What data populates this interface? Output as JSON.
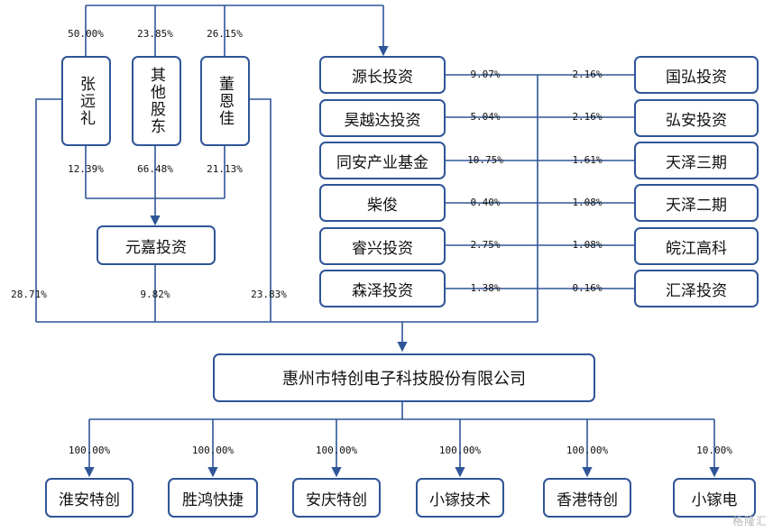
{
  "colors": {
    "line": "#2f5597",
    "box_border": "#2f5597",
    "text": "#111111"
  },
  "top_shareholders": [
    {
      "name": "张远礼",
      "stake_in_yuanchang": "50.00%",
      "stake_in_yuanjia": "12.39%",
      "stake_in_company": "28.71%"
    },
    {
      "name": "其他股东",
      "stake_in_yuanchang": "23.85%",
      "stake_in_yuanjia": "66.48%",
      "stake_in_company": "9.82%"
    },
    {
      "name": "董恩佳",
      "stake_in_yuanchang": "26.15%",
      "stake_in_yuanjia": "21.13%",
      "stake_in_company": "23.83%"
    }
  ],
  "yuanjia": {
    "name": "元嘉投资"
  },
  "left_investors": [
    {
      "name": "源长投资",
      "pct": "9.07%"
    },
    {
      "name": "昊越达投资",
      "pct": "5.04%"
    },
    {
      "name": "同安产业基金",
      "pct": "10.75%"
    },
    {
      "name": "柴俊",
      "pct": "0.40%"
    },
    {
      "name": "睿兴投资",
      "pct": "2.75%"
    },
    {
      "name": "森泽投资",
      "pct": "1.38%"
    }
  ],
  "right_investors": [
    {
      "name": "国弘投资",
      "pct": "2.16%"
    },
    {
      "name": "弘安投资",
      "pct": "2.16%"
    },
    {
      "name": "天泽三期",
      "pct": "1.61%"
    },
    {
      "name": "天泽二期",
      "pct": "1.08%"
    },
    {
      "name": "皖江高科",
      "pct": "1.08%"
    },
    {
      "name": "汇泽投资",
      "pct": "0.16%"
    }
  ],
  "company": {
    "name": "惠州市特创电子科技股份有限公司"
  },
  "subsidiaries": [
    {
      "name": "淮安特创",
      "pct": "100.00%"
    },
    {
      "name": "胜鸿快捷",
      "pct": "100.00%"
    },
    {
      "name": "安庆特创",
      "pct": "100.00%"
    },
    {
      "name": "小镓技术",
      "pct": "100.00%"
    },
    {
      "name": "香港特创",
      "pct": "100.00%"
    },
    {
      "name": "小镓电",
      "pct": "10.00%"
    }
  ],
  "watermark": "格隆汇"
}
